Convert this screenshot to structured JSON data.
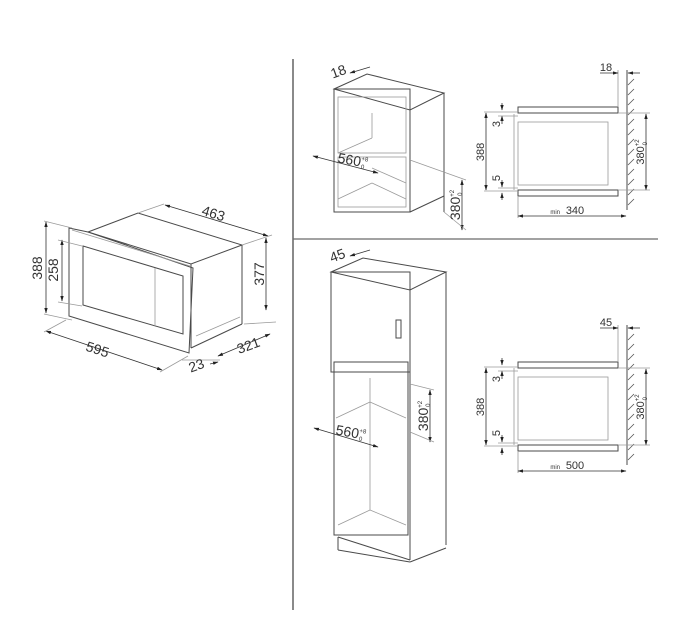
{
  "figure": {
    "description": "Built-in microwave installation dimensions (mm)",
    "appliance_view": {
      "width": "595",
      "height": "388",
      "door_window_height": "258",
      "body_depth": "463",
      "body_height": "377",
      "depth_behind_frame": "321",
      "frame_thickness": "23"
    },
    "wall_cabinet": {
      "panel_thickness": "18",
      "niche_width": "560",
      "niche_width_tol_upper": "+8",
      "niche_width_tol_lower": "0",
      "niche_height": "380",
      "niche_height_tol_upper": "+2",
      "niche_height_tol_lower": "0"
    },
    "wall_section": {
      "panel_thickness": "18",
      "overall_height": "388",
      "top_gap": "3",
      "bottom_gap": "5",
      "niche_height": "380",
      "niche_height_tol_upper": "+2",
      "niche_height_tol_lower": "0",
      "min_prefix": "min",
      "min_depth": "340"
    },
    "tall_cabinet": {
      "panel_thickness": "45",
      "niche_width": "560",
      "niche_width_tol_upper": "+8",
      "niche_width_tol_lower": "0",
      "niche_height": "380",
      "niche_height_tol_upper": "+2",
      "niche_height_tol_lower": "0"
    },
    "tall_section": {
      "panel_thickness": "45",
      "overall_height": "388",
      "top_gap": "3",
      "bottom_gap": "5",
      "niche_height": "380",
      "niche_height_tol_upper": "+2",
      "niche_height_tol_lower": "0",
      "min_prefix": "min",
      "min_depth": "500"
    }
  }
}
